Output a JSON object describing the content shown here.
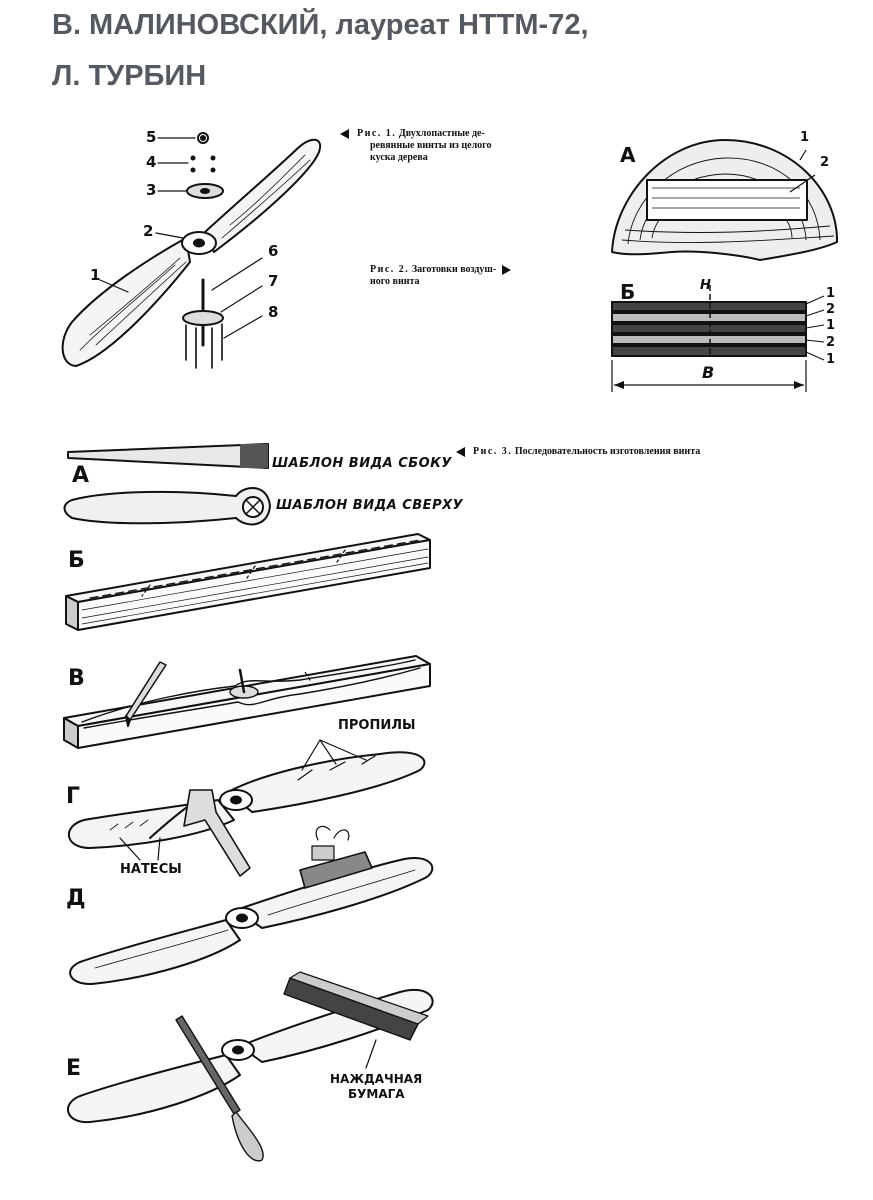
{
  "header": {
    "authors_line1": "В. МАЛИНОВСКИЙ, лауреат НТТМ-72,",
    "authors_line2": "Л. ТУРБИН"
  },
  "fig1": {
    "caption_num": "Рис. 1.",
    "caption_text_l1": "Двухлопастные де-",
    "caption_text_l2": "ревянные винты из целого",
    "caption_text_l3": "куска дерева",
    "parts": [
      "1",
      "2",
      "3",
      "4",
      "5",
      "6",
      "7",
      "8"
    ]
  },
  "fig2": {
    "caption_num": "Рис. 2.",
    "caption_text_l1": "Заготовки воздуш-",
    "caption_text_l2": "ного винта",
    "view_a": "А",
    "view_b": "Б",
    "a_labels": [
      "1",
      "2"
    ],
    "b_layers": [
      "1",
      "2",
      "1",
      "2",
      "1"
    ],
    "dim_h": "Н",
    "dim_b": "В"
  },
  "fig3": {
    "caption_num": "Рис. 3.",
    "caption_text": "Последовательность изготовления винта",
    "steps": [
      "А",
      "Б",
      "В",
      "Г",
      "Д",
      "Е"
    ],
    "template_side": "ШАБЛОН ВИДА СБОКУ",
    "template_top": "ШАБЛОН ВИДА СВЕРХУ",
    "saw_cuts": "ПРОПИЛЫ",
    "notches": "НАТЕСЫ",
    "sandpaper_l1": "НАЖДАЧНАЯ",
    "sandpaper_l2": "БУМАГА"
  },
  "colors": {
    "heading": "#555a60",
    "ink": "#111111",
    "background": "#ffffff"
  }
}
